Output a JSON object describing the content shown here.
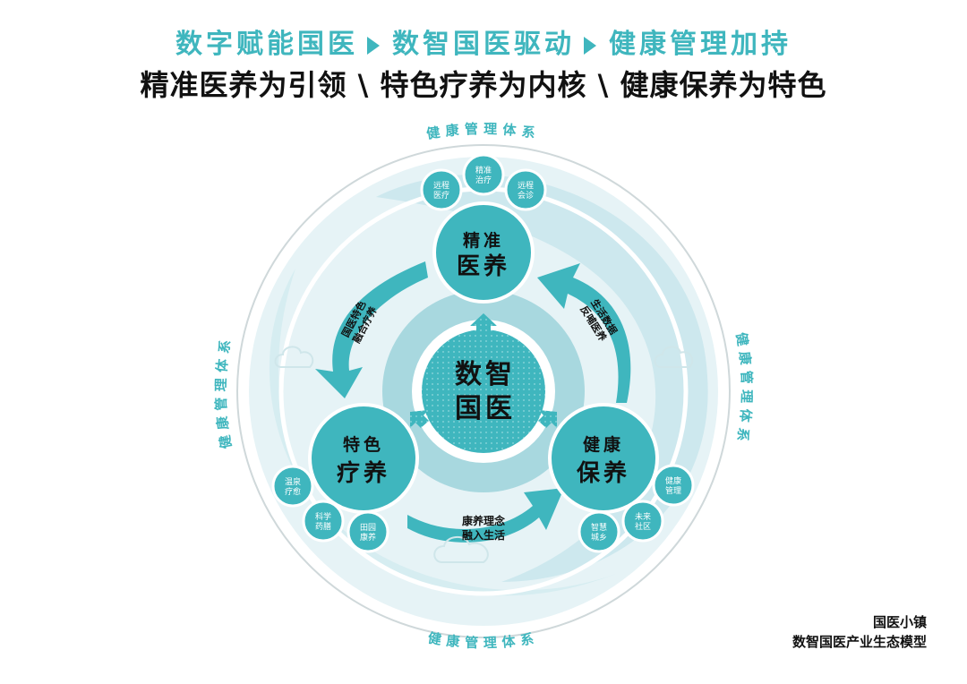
{
  "header": {
    "slogan1": "数字赋能国医",
    "slogan2": "数智国医驱动",
    "slogan3": "健康管理加持",
    "subtitle": "精准医养为引领 \\ 特色疗养为内核 \\ 健康保养为特色"
  },
  "ring_label": "健康管理体系",
  "center": {
    "line1": "数智",
    "line2": "国医"
  },
  "hubs": [
    {
      "line1": "精准",
      "line2": "医养"
    },
    {
      "line1": "特色",
      "line2": "疗养"
    },
    {
      "line1": "健康",
      "line2": "保养"
    }
  ],
  "satellites": {
    "top": [
      [
        "远程",
        "医疗"
      ],
      [
        "精准",
        "治疗"
      ],
      [
        "远程",
        "会诊"
      ]
    ],
    "left": [
      [
        "温泉",
        "疗愈"
      ],
      [
        "科学",
        "药膳"
      ],
      [
        "田园",
        "康养"
      ]
    ],
    "right": [
      [
        "健康",
        "管理"
      ],
      [
        "未来",
        "社区"
      ],
      [
        "智慧",
        "城乡"
      ]
    ]
  },
  "arrows": {
    "left": [
      "国医特色",
      "融合疗养"
    ],
    "right": [
      "生活数据",
      "反哺医养"
    ],
    "bottom": [
      "康养理念",
      "融入生活"
    ]
  },
  "footer": {
    "line1": "国医小镇",
    "line2": "数智国医产业生态模型"
  },
  "colors": {
    "teal": "#3fb6be",
    "light": "#d3ebef",
    "mid": "#9fd4dc",
    "dark": "#111111"
  }
}
